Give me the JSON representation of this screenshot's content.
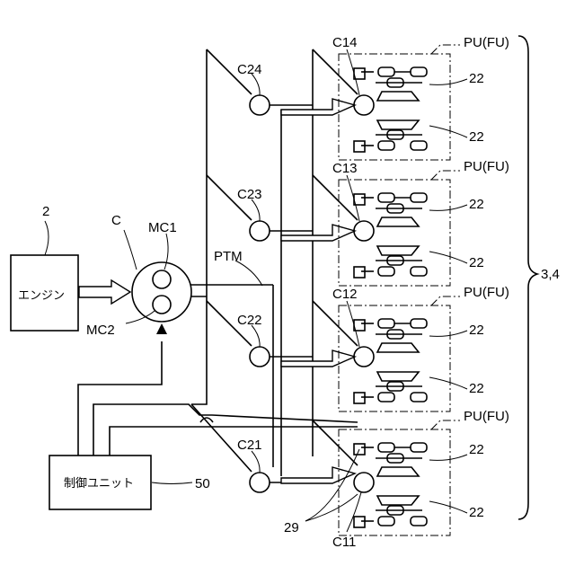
{
  "engine": {
    "ref": "2",
    "label": "エンジン"
  },
  "control": {
    "ref": "50",
    "label": "制御ユニット"
  },
  "clutch": {
    "ref": "C",
    "mc1": "MC1",
    "mc2": "MC2"
  },
  "shaft": "PTM",
  "group": "3,4",
  "units": [
    {
      "label": "PU(FU)",
      "clutch_main": "C14",
      "clutch_sub": "C24",
      "ref_top": "22",
      "ref_bottom": "22"
    },
    {
      "label": "PU(FU)",
      "clutch_main": "C13",
      "clutch_sub": "C23",
      "ref_top": "22",
      "ref_bottom": "22"
    },
    {
      "label": "PU(FU)",
      "clutch_main": "C12",
      "clutch_sub": "C22",
      "ref_top": "22",
      "ref_bottom": "22"
    },
    {
      "label": "PU(FU)",
      "clutch_main": "C11",
      "clutch_sub": "C21",
      "ref_top": "22",
      "ref_bottom": "22"
    }
  ],
  "sensor_ref": "29"
}
